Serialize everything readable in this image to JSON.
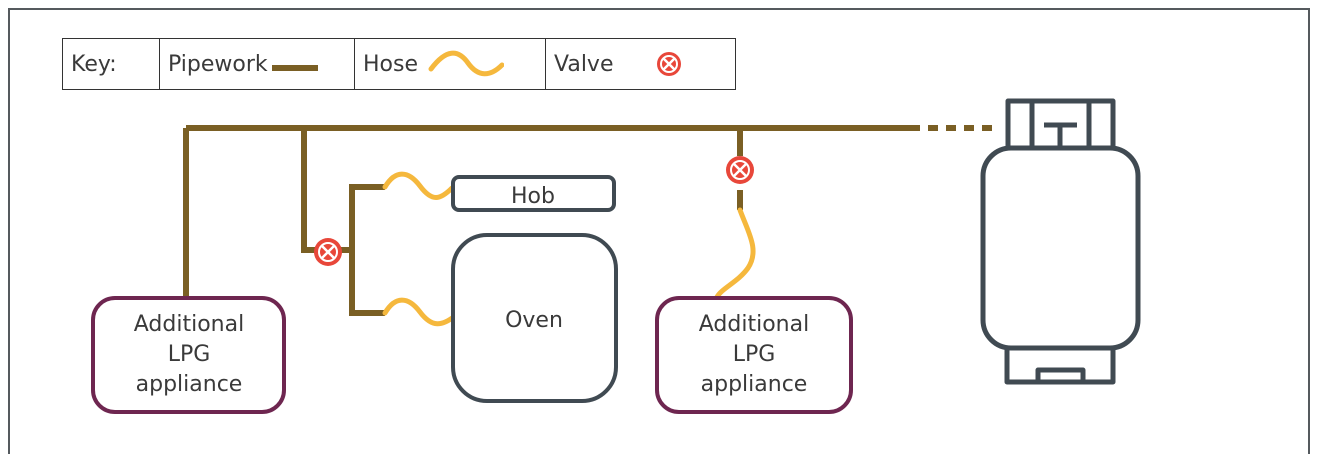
{
  "key": {
    "title": "Key:",
    "pipework_label": "Pipework",
    "hose_label": "Hose",
    "valve_label": "Valve"
  },
  "appliances": {
    "hob": "Hob",
    "oven": "Oven",
    "additional_left": [
      "Additional",
      "LPG",
      "appliance"
    ],
    "additional_right": [
      "Additional",
      "LPG",
      "appliance"
    ]
  },
  "colors": {
    "pipework": "#7a5f24",
    "hose": "#f5b83d",
    "valve_fill": "#e8473a",
    "appliance_outline": "#404a52",
    "additional_outline": "#6e2650",
    "frame": "#555a5e"
  }
}
